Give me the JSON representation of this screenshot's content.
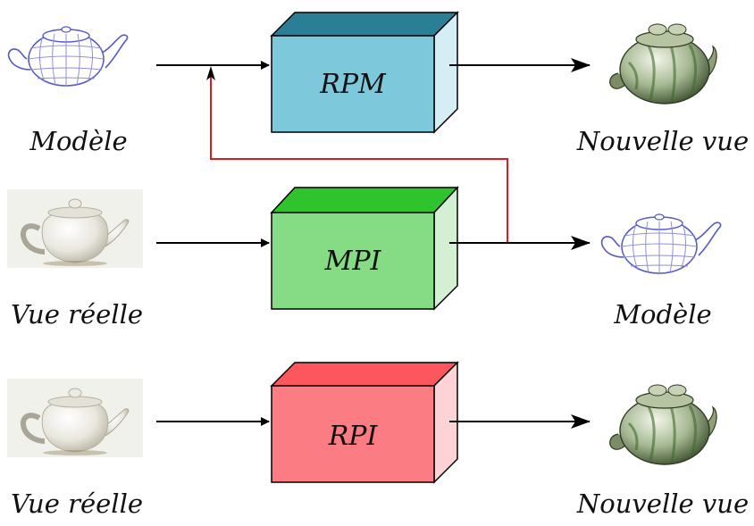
{
  "diagram": {
    "rows": [
      {
        "input_label": "Modèle",
        "input_image": "wireframe-teapot",
        "box_label": "RPM",
        "box_color": {
          "front": "#7ec8dc",
          "top": "#2a7f96",
          "side": "#d5edf4"
        },
        "output_label": "Nouvelle vue",
        "output_image": "textured-teapot"
      },
      {
        "input_label": "Vue réelle",
        "input_image": "photo-teapot",
        "box_label": "MPI",
        "box_color": {
          "front": "#86dc84",
          "top": "#2fc42d",
          "side": "#d3f1d2"
        },
        "output_label": "Modèle",
        "output_image": "wireframe-teapot"
      },
      {
        "input_label": "Vue réelle",
        "input_image": "photo-teapot",
        "box_label": "RPI",
        "box_color": {
          "front": "#fb7c83",
          "top": "#fd565f",
          "side": "#fdd3d6"
        },
        "output_label": "Nouvelle vue",
        "output_image": "textured-teapot"
      }
    ],
    "feedback_line_color": "#e0191e",
    "arrow_color": "#000000"
  }
}
